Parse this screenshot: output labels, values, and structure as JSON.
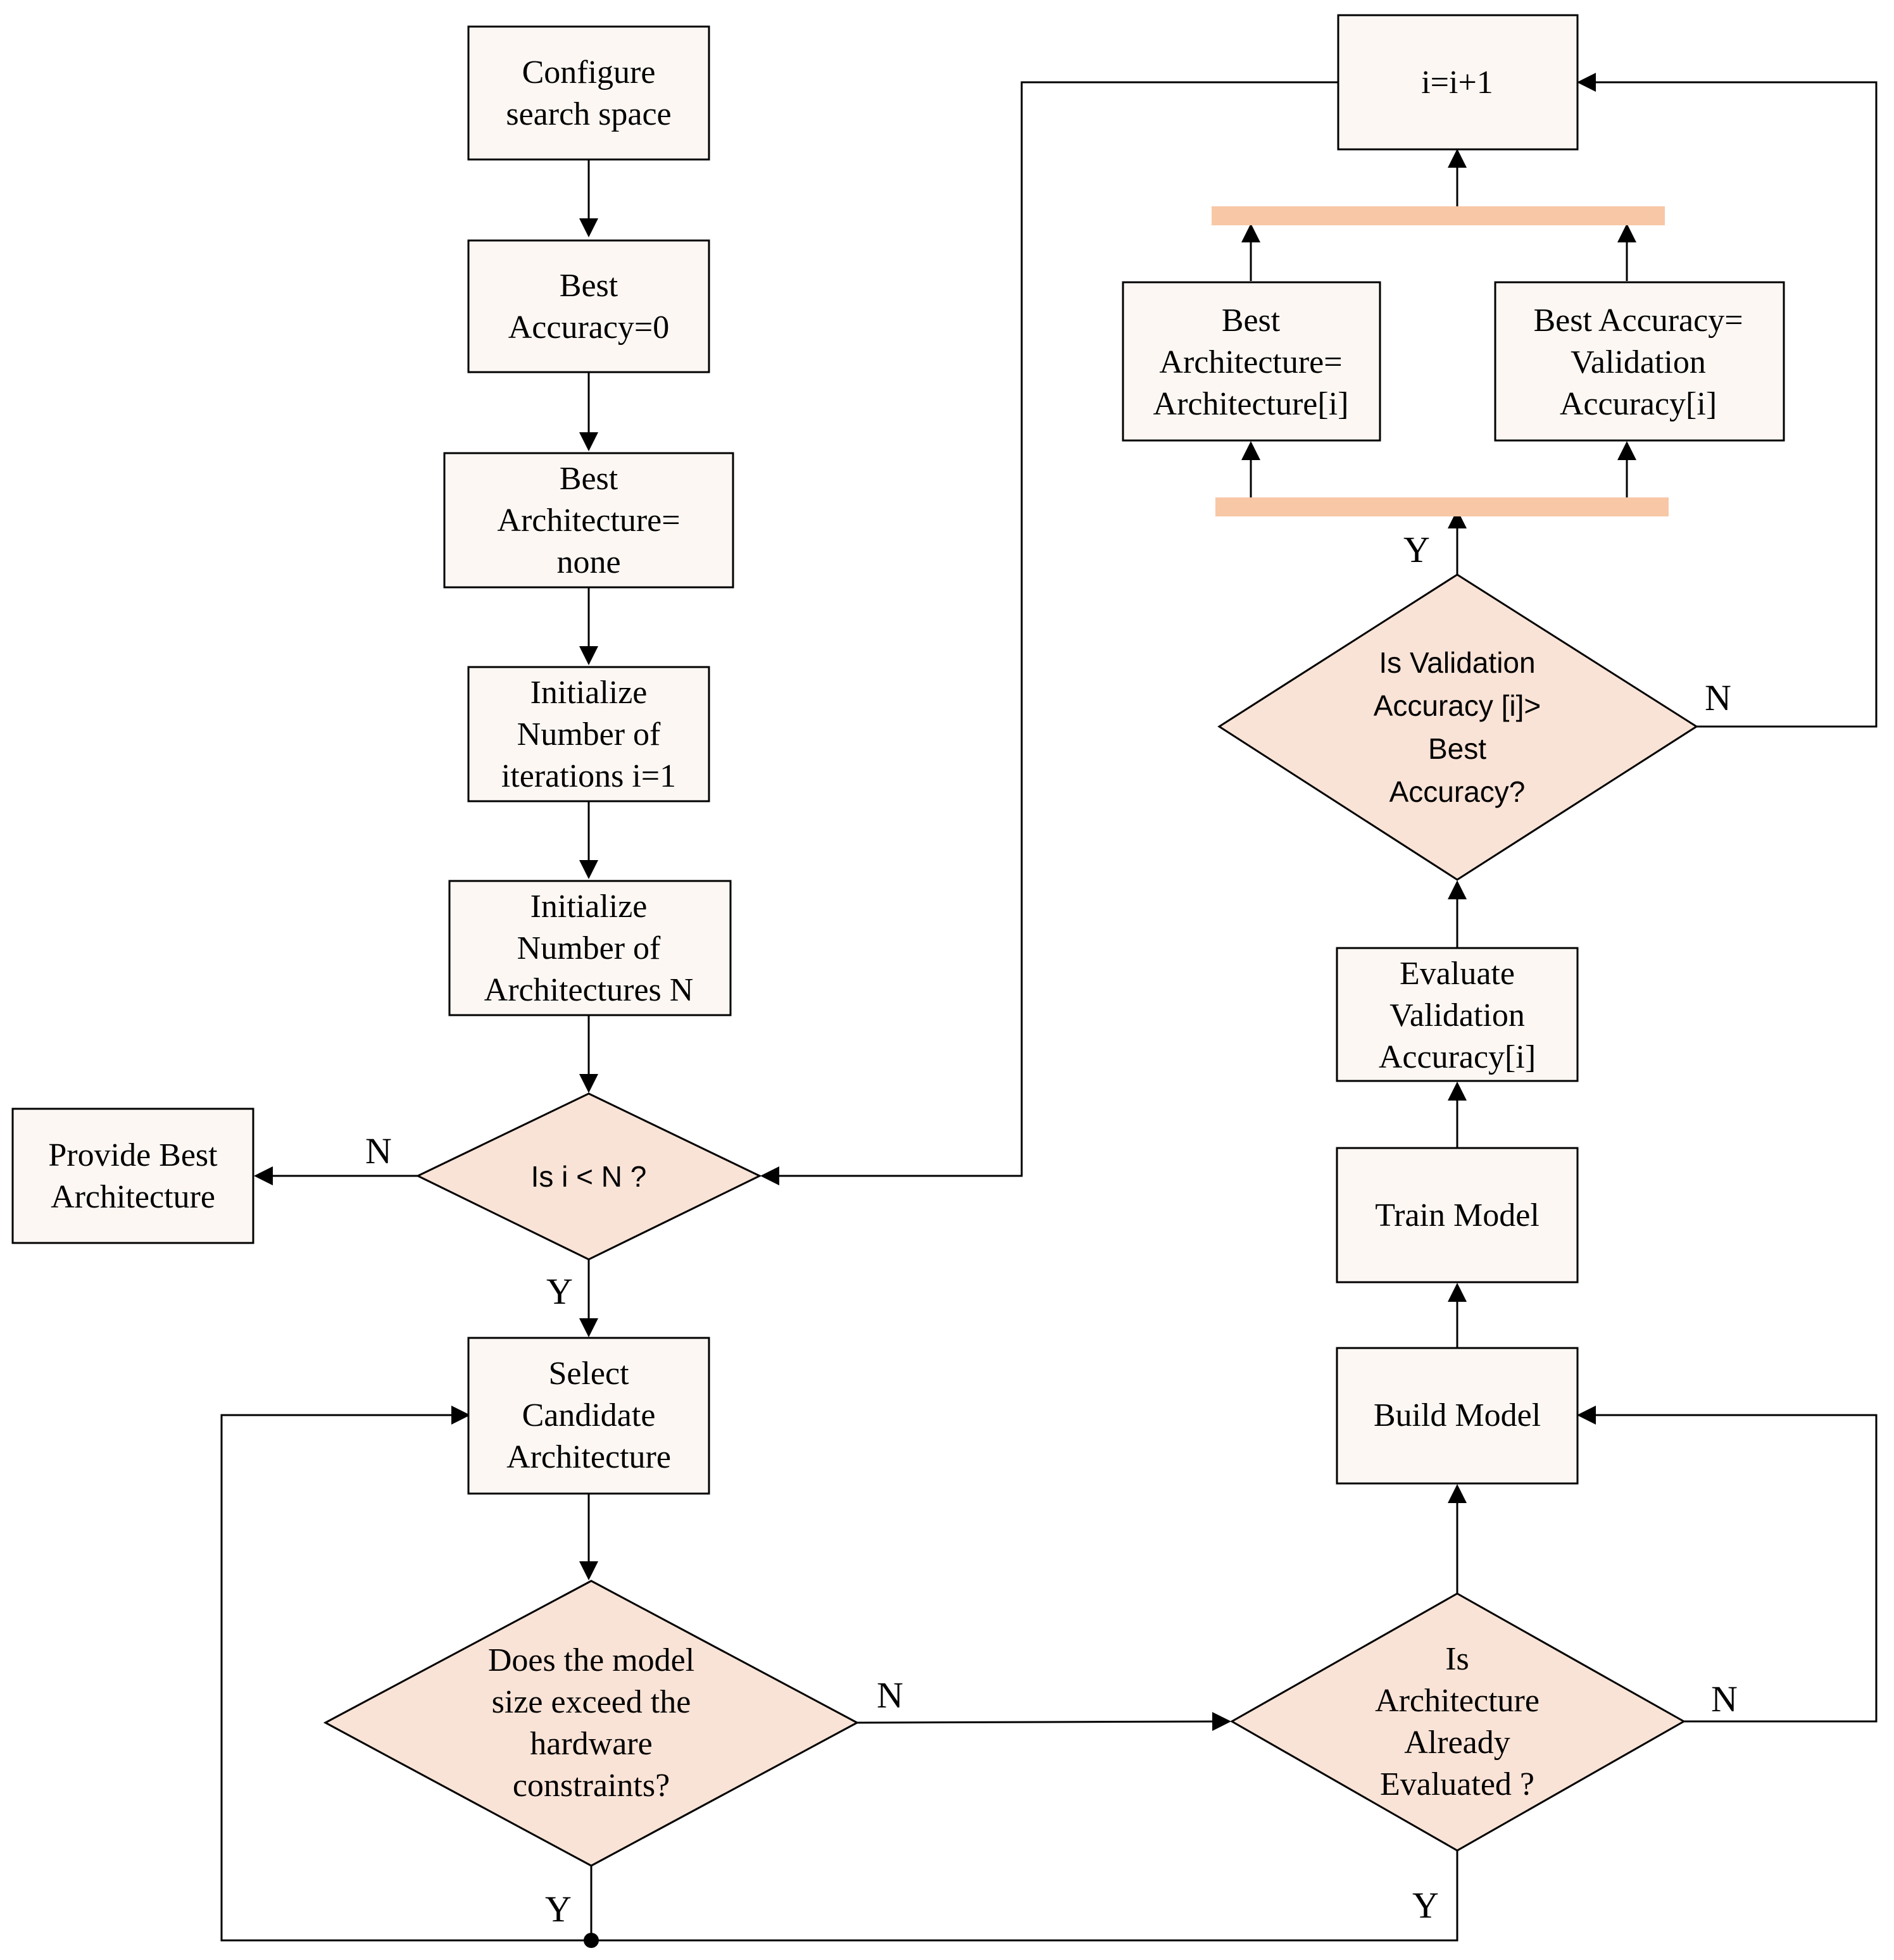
{
  "nodes": {
    "configure": {
      "lines": [
        "Configure",
        "search space"
      ]
    },
    "best_accuracy_init": {
      "lines": [
        "Best",
        "Accuracy=0"
      ]
    },
    "best_arch_init": {
      "lines": [
        "Best",
        "Architecture=",
        "none"
      ]
    },
    "init_iterations": {
      "lines": [
        "Initialize",
        "Number of",
        "iterations i=1"
      ]
    },
    "init_architectures": {
      "lines": [
        "Initialize",
        "Number of",
        "Architectures N"
      ]
    },
    "is_i_lt_n": {
      "lines": [
        "Is i < N ?"
      ]
    },
    "provide_best": {
      "lines": [
        "Provide Best",
        "Architecture"
      ]
    },
    "select_candidate": {
      "lines": [
        "Select",
        "Candidate",
        "Architecture"
      ]
    },
    "exceeds_constraints": {
      "lines": [
        "Does the model",
        "size exceed the",
        "hardware",
        "constraints?"
      ]
    },
    "already_evaluated": {
      "lines": [
        "Is",
        "Architecture",
        "Already",
        "Evaluated ?"
      ]
    },
    "build_model": {
      "lines": [
        "Build Model"
      ]
    },
    "train_model": {
      "lines": [
        "Train Model"
      ]
    },
    "evaluate": {
      "lines": [
        "Evaluate",
        "Validation",
        "Accuracy[i]"
      ]
    },
    "is_val_better": {
      "lines": [
        "Is Validation",
        "Accuracy [i]>",
        "Best",
        "Accuracy?"
      ]
    },
    "set_best_arch": {
      "lines": [
        "Best",
        "Architecture=",
        "Architecture[i]"
      ]
    },
    "set_best_acc": {
      "lines": [
        "Best Accuracy=",
        "Validation",
        "Accuracy[i]"
      ]
    },
    "increment": {
      "lines": [
        "i=i+1"
      ]
    }
  },
  "edge_labels": {
    "is_i_lt_n_no": "N",
    "is_i_lt_n_yes": "Y",
    "exceeds_no": "N",
    "exceeds_yes": "Y",
    "evaluated_no": "N",
    "evaluated_yes": "Y",
    "val_better_yes": "Y",
    "val_better_no": "N"
  },
  "colors": {
    "box_fill": "#fcf7f3",
    "decision_fill": "#f9e3d6",
    "fork_bar": "#f8c7a6",
    "line": "#000000"
  }
}
